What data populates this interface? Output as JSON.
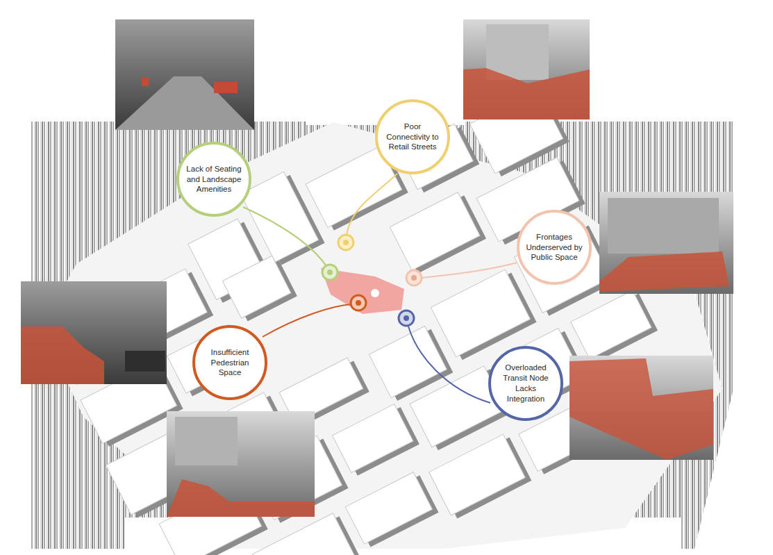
{
  "diagram": {
    "nodes": [
      {
        "text": [
          "Poor Connectivity to Retail Streets"
        ]
      },
      {
        "text": [
          "Lack of Seating and Landscape Amenities"
        ]
      },
      {
        "text": [
          "Frontages Underserved by Public Space"
        ]
      },
      {
        "text": [
          "Insufficient Pedestrian Space"
        ]
      },
      {
        "text": [
          "Overloaded Transit Node Lacks Integration"
        ]
      }
    ]
  }
}
